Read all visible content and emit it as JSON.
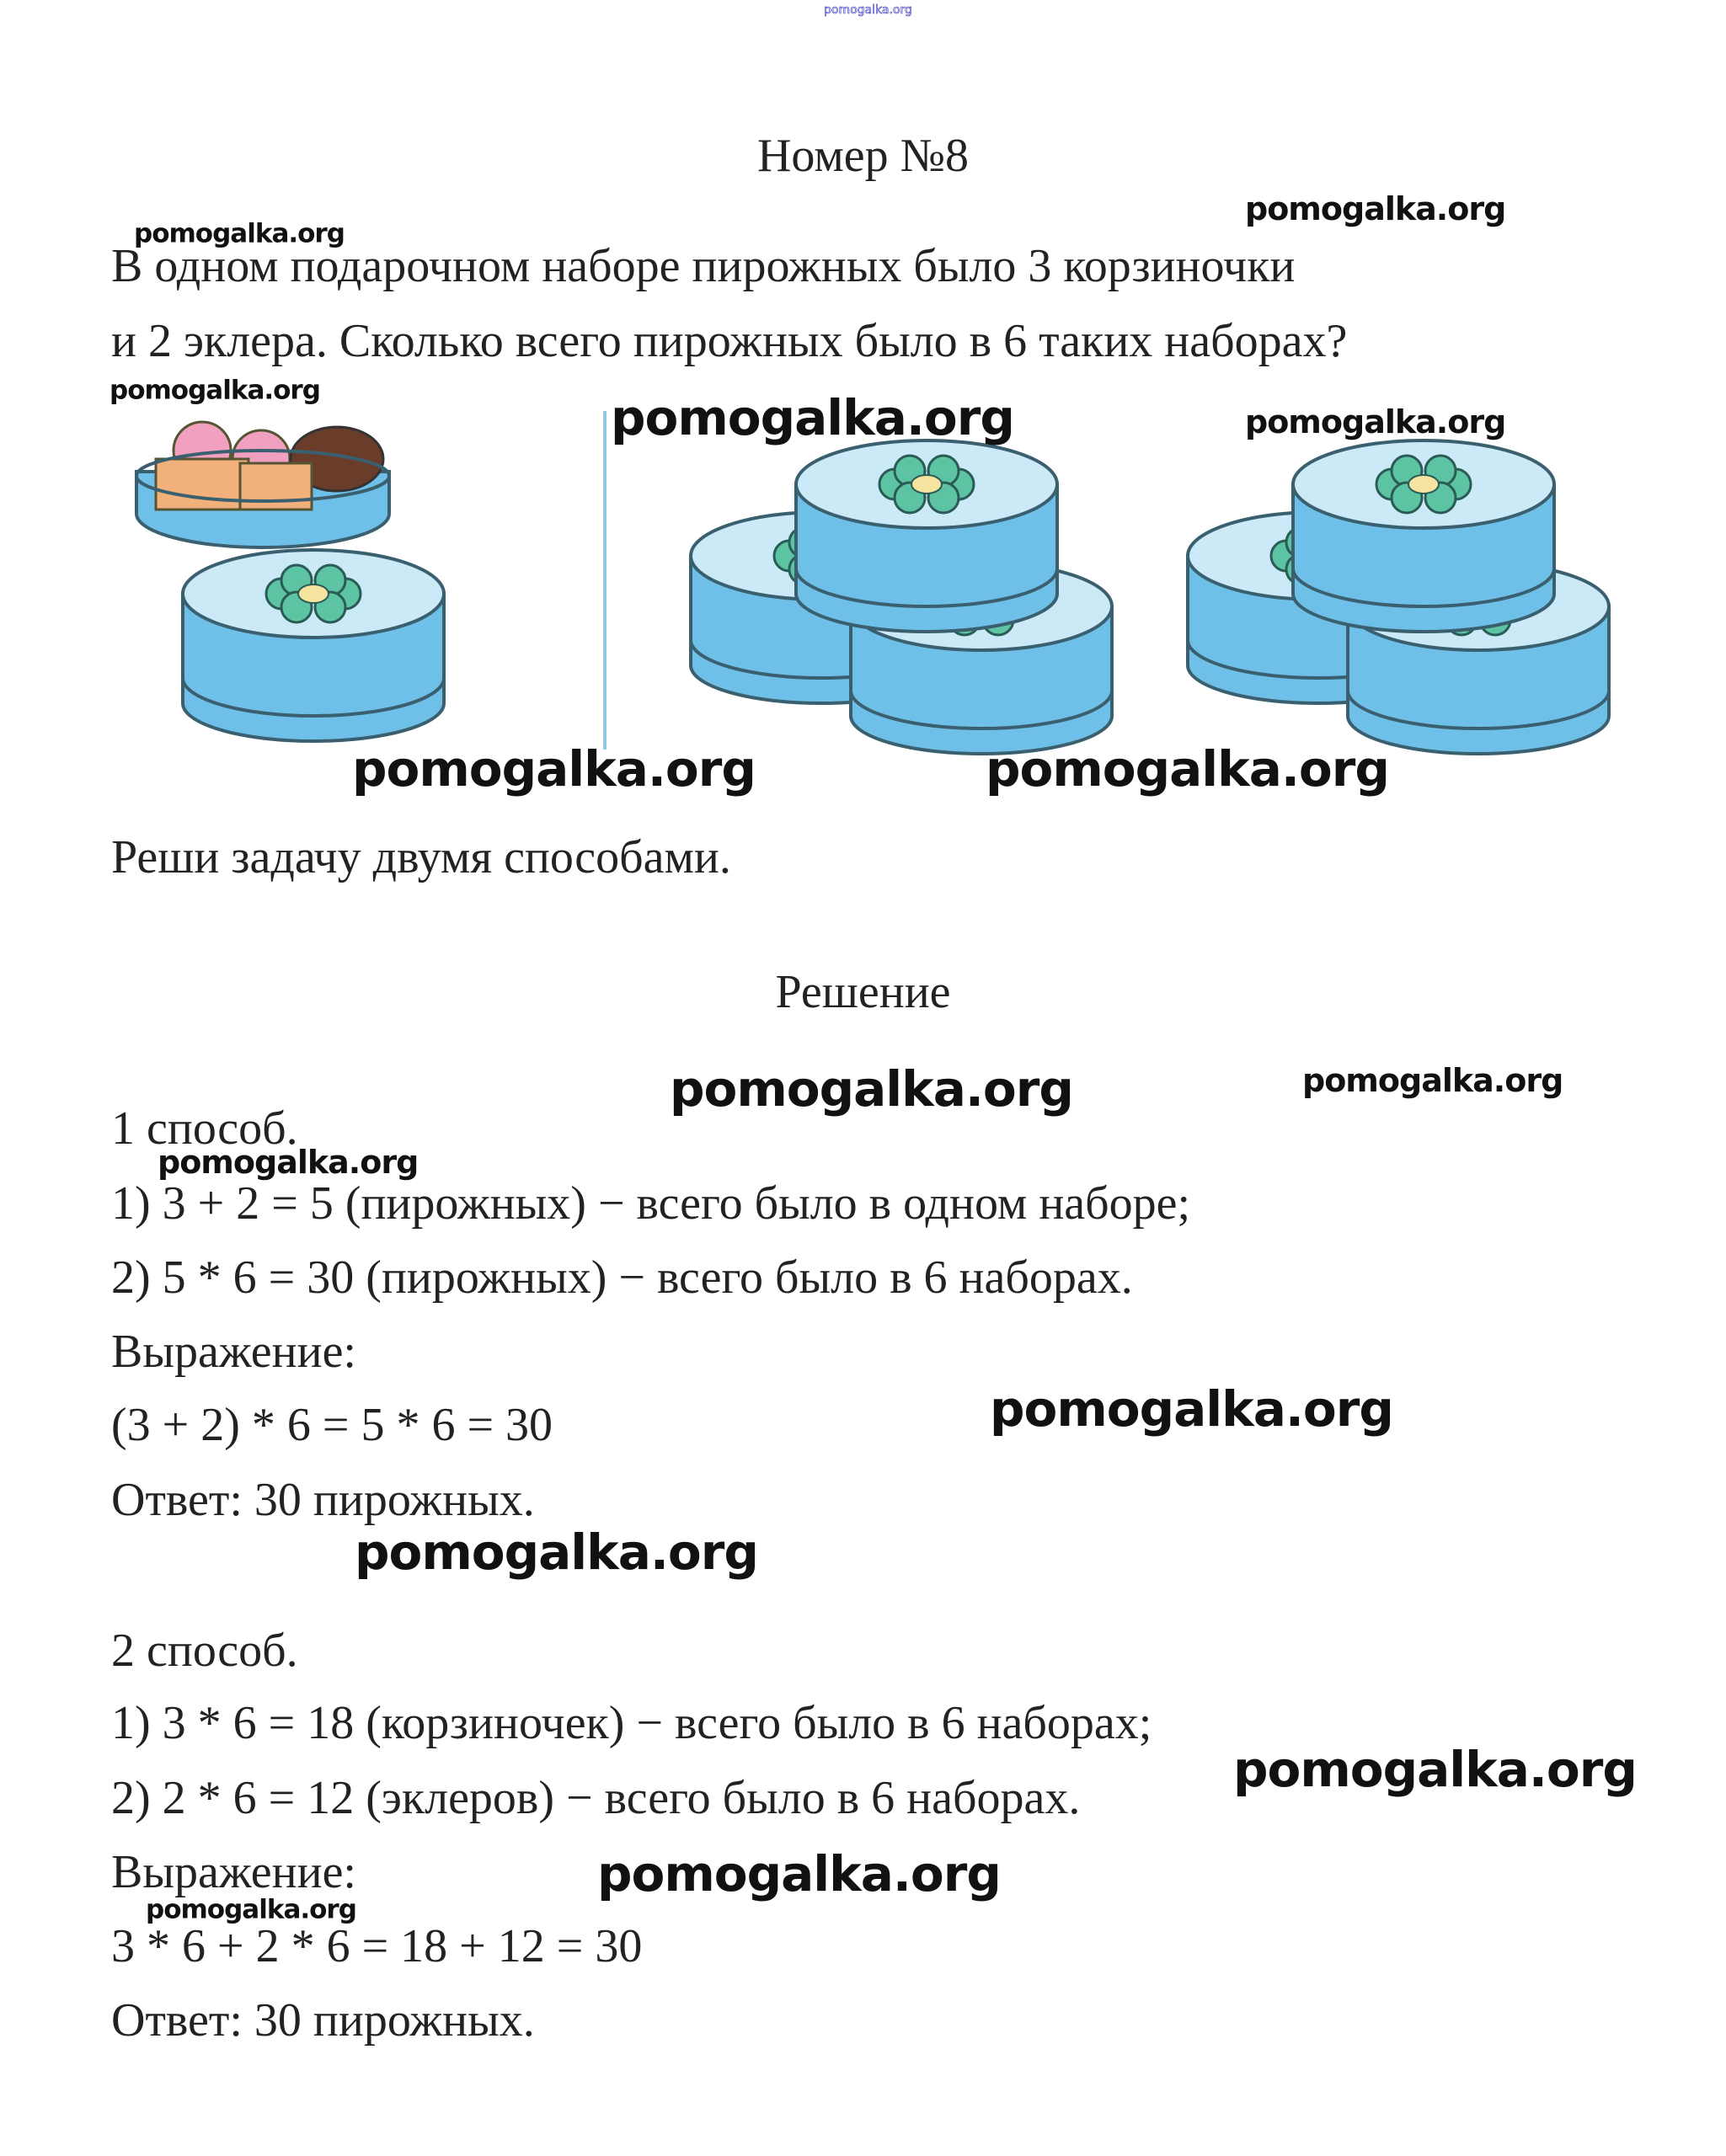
{
  "top_watermark": "pomogalka.org",
  "title": "Номер №8",
  "problem": {
    "line1": "В одном подарочном наборе пирожных было 3 корзиночки",
    "line2": "и 2 эклера. Сколько всего пирожных было в 6 таких наборах?",
    "instruction": "Реши задачу двумя способами."
  },
  "solution": {
    "heading": "Решение",
    "method1": {
      "title": "1 способ.",
      "step1": "1) 3 + 2 = 5 (пирожных) − всего было в одном наборе;",
      "step2": "2) 5 * 6 = 30 (пирожных) − всего было в 6 наборах.",
      "expr_label": "Выражение:",
      "expr": "(3 + 2) * 6 = 5 * 6 = 30",
      "answer": "Ответ: 30 пирожных."
    },
    "method2": {
      "title": "2 способ.",
      "step1": "1) 3 * 6 = 18 (корзиночек) − всего было в 6 наборах;",
      "step2": "2) 2 * 6 = 12 (эклеров) − всего было в 6 наборах.",
      "expr_label": "Выражение:",
      "expr": "3 * 6 + 2 * 6 = 18 + 12 = 30",
      "answer": "Ответ: 30 пирожных."
    }
  },
  "watermark": "pomogalka.org",
  "colors": {
    "box": "#6fc0e8",
    "box_top": "#cbe9f7",
    "petal": "#5cc3a3",
    "center": "#f5e3a0"
  }
}
